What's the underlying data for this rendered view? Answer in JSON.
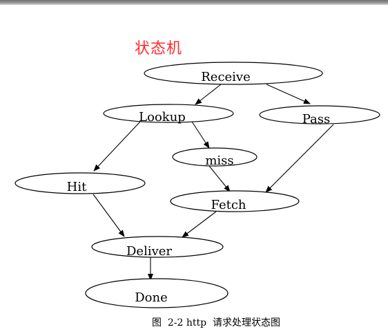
{
  "heading": "状态机",
  "heading_color": "#ff2a2a",
  "nodes": {
    "receive": "Receive",
    "lookup": "Lookup",
    "pass": "Pass",
    "miss": "miss",
    "hit": "Hit",
    "fetch": "Fetch",
    "deliver": "Deliver",
    "done": "Done"
  },
  "edges": [
    {
      "from": "Receive",
      "to": "Lookup"
    },
    {
      "from": "Receive",
      "to": "Pass"
    },
    {
      "from": "Lookup",
      "to": "miss"
    },
    {
      "from": "Lookup",
      "to": "Hit"
    },
    {
      "from": "miss",
      "to": "Fetch"
    },
    {
      "from": "Pass",
      "to": "Fetch"
    },
    {
      "from": "Hit",
      "to": "Deliver"
    },
    {
      "from": "Fetch",
      "to": "Deliver"
    },
    {
      "from": "Deliver",
      "to": "Done"
    }
  ],
  "caption": "图  2-2 http  请求处理状态图"
}
